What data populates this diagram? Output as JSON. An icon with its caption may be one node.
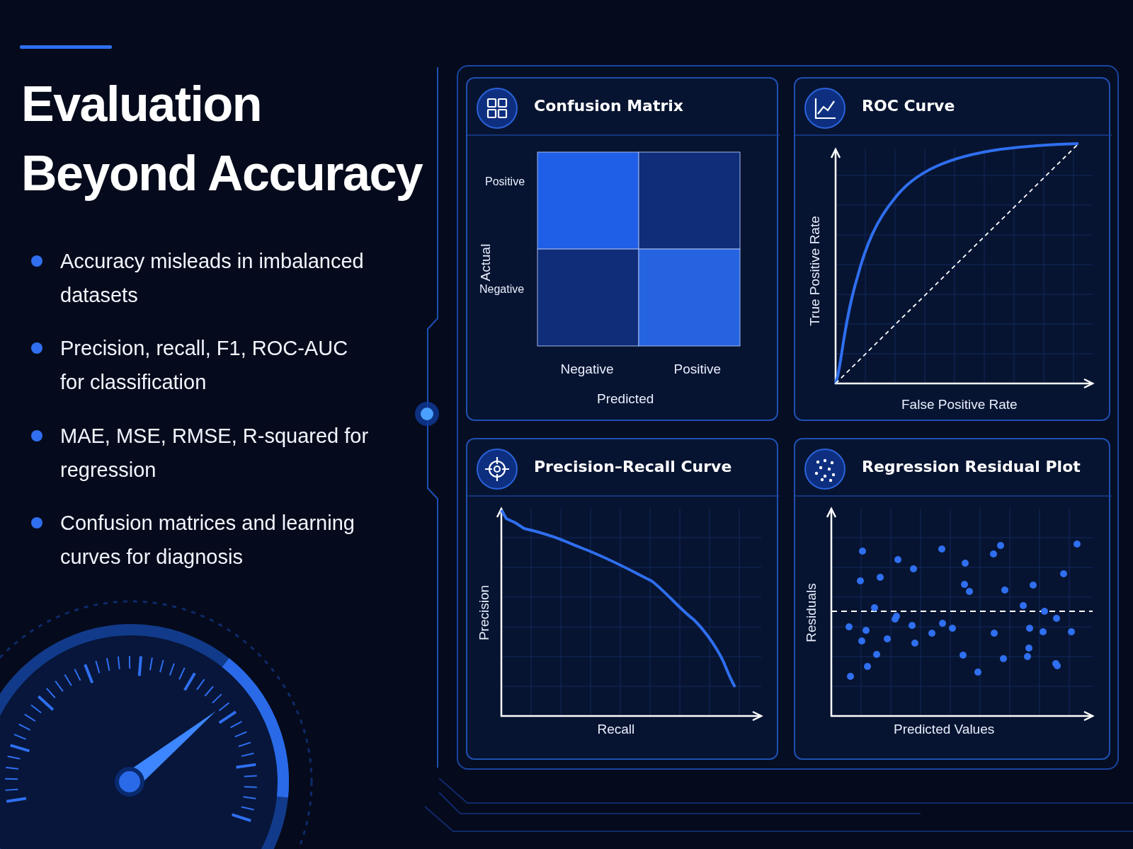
{
  "diagram": {
    "title": "Evaluation Beyond Accuracy",
    "nodes": [
      {
        "text": [],
        "shape": "box"
      },
      {
        "text": [
          "Confusion Matrix",
          "Positive",
          "Negative",
          "Actual",
          "Negative",
          "Positive",
          "Predicted"
        ],
        "in": 0
      },
      {
        "text": [
          "ROC Curve",
          "True Positive Rate",
          "False Positive Rate"
        ],
        "in": 0
      },
      {
        "text": [
          "Precision–Recall Curve",
          "Precision",
          "Recall"
        ],
        "in": 0
      },
      {
        "text": [
          "Regression Residual Plot",
          "Residuals",
          "Predicted Values"
        ],
        "in": 0
      }
    ],
    "labels": [
      "Accuracy misleads in imbalanced datasets",
      "Precision, recall, F1, ROC-AUC for classification",
      "MAE, MSE, RMSE, R-squared for regression",
      "Confusion matrices and learning curves for diagnosis"
    ]
  }
}
